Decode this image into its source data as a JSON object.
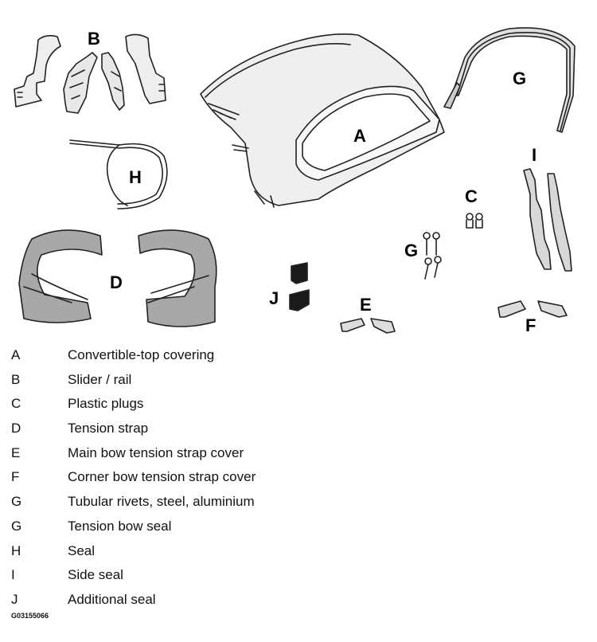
{
  "diagram": {
    "callouts": {
      "A": "A",
      "B": "B",
      "C": "C",
      "D": "D",
      "E": "E",
      "F": "F",
      "G_upper": "G",
      "G_lower": "G",
      "H": "H",
      "I": "I",
      "J": "J"
    },
    "colors": {
      "outline": "#222222",
      "part_fill": "#e6e6e6",
      "part_fill_dark": "#9a9a9a",
      "seal_black": "#1a1a1a"
    }
  },
  "legend": [
    {
      "letter": "A",
      "description": "Convertible-top covering"
    },
    {
      "letter": "B",
      "description": "Slider / rail"
    },
    {
      "letter": "C",
      "description": "Plastic plugs"
    },
    {
      "letter": "D",
      "description": "Tension strap"
    },
    {
      "letter": "E",
      "description": "Main bow tension strap cover"
    },
    {
      "letter": "F",
      "description": "Corner bow tension strap cover"
    },
    {
      "letter": "G",
      "description": "Tubular rivets, steel, aluminium"
    },
    {
      "letter": "G",
      "description": "Tension bow seal"
    },
    {
      "letter": "H",
      "description": "Seal"
    },
    {
      "letter": "I",
      "description": "Side seal"
    },
    {
      "letter": "J",
      "description": "Additional seal"
    }
  ],
  "figure_code": "G03155066"
}
